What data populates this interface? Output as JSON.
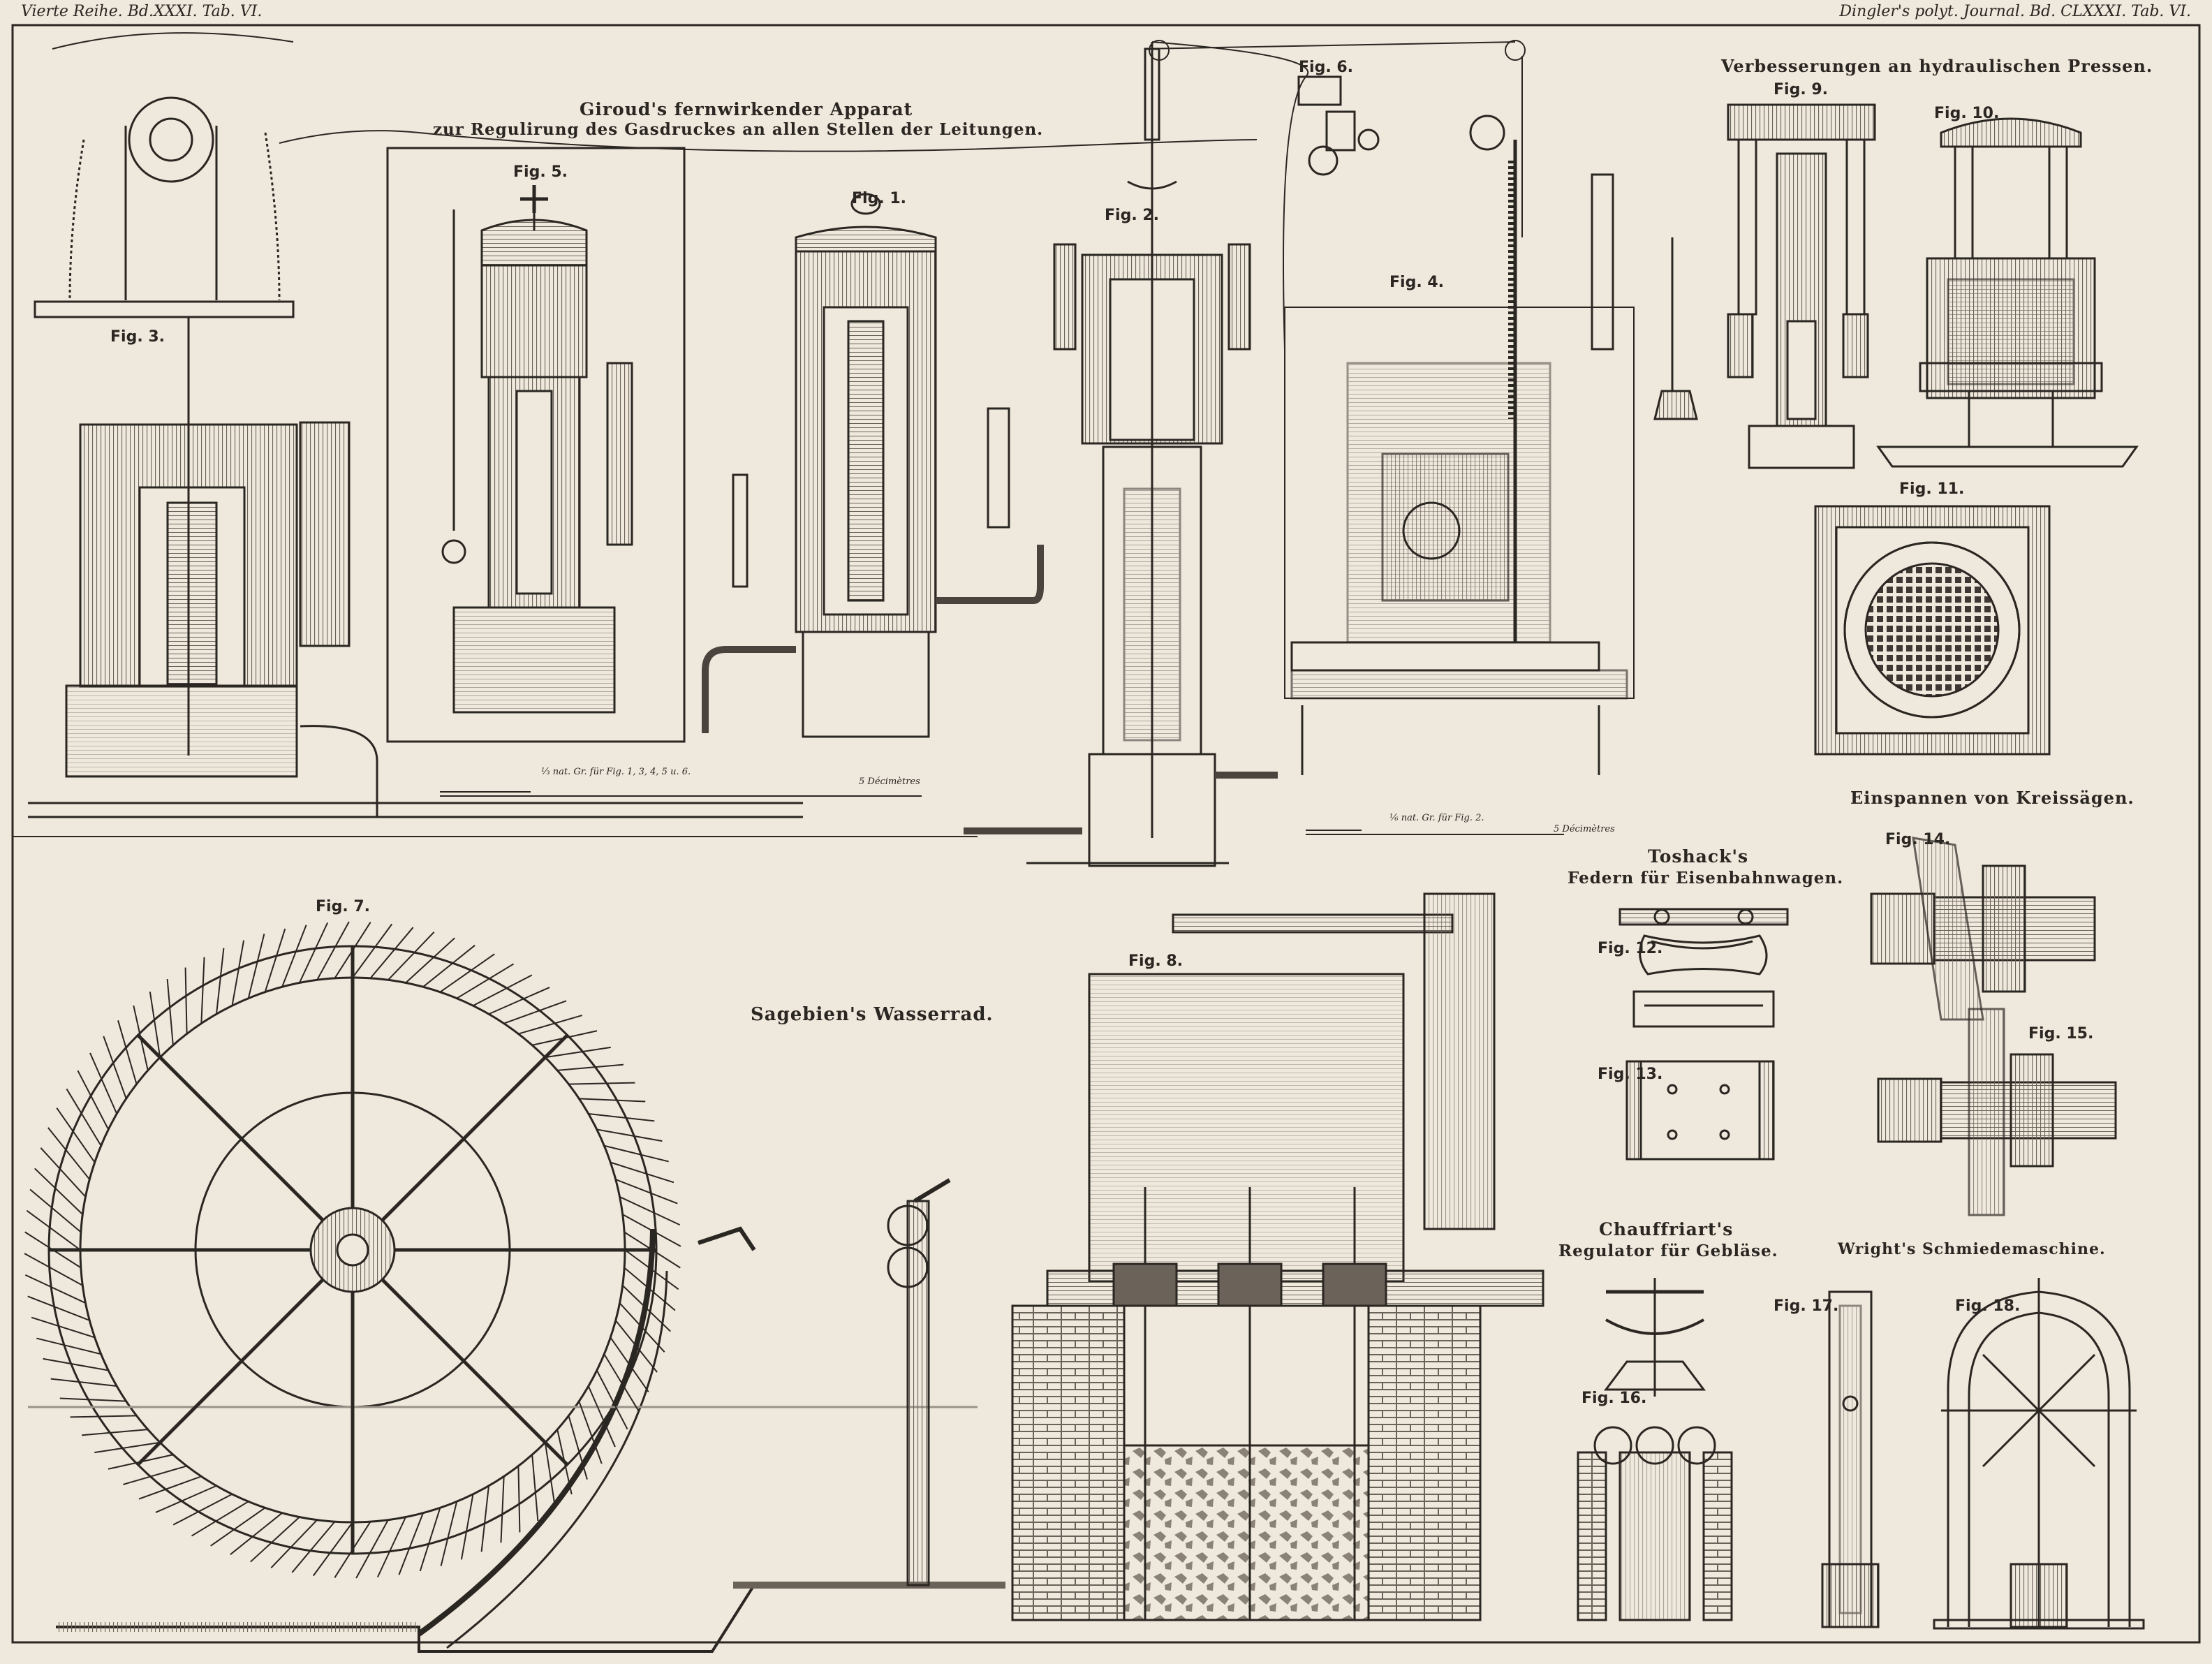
{
  "header": {
    "left": "Vierte Reihe. Bd.XXXI. Tab. VI.",
    "right": "Dingler's polyt. Journal. Bd. CLXXXI. Tab. VI."
  },
  "titles": {
    "giroud_line1": "Giroud's fernwirkender Apparat",
    "giroud_line2": "zur Regulirung des Gasdruckes an allen Stellen der Leitungen.",
    "presses": "Verbesserungen an hydraulischen Pressen.",
    "saws": "Einspannen von Kreissägen.",
    "toshack_line1": "Toshack's",
    "toshack_line2": "Federn für Eisenbahnwagen.",
    "sagebien": "Sagebien's Wasserrad.",
    "chauffriart_line1": "Chauffriart's",
    "chauffriart_line2": "Regulator für Gebläse.",
    "wright": "Wright's Schmiedemaschine."
  },
  "figures": {
    "fig1": "Fig. 1.",
    "fig2": "Fig. 2.",
    "fig3": "Fig. 3.",
    "fig4": "Fig. 4.",
    "fig5": "Fig. 5.",
    "fig6": "Fig. 6.",
    "fig7": "Fig. 7.",
    "fig8": "Fig. 8.",
    "fig9": "Fig. 9.",
    "fig10": "Fig. 10.",
    "fig11": "Fig. 11.",
    "fig12": "Fig. 12.",
    "fig13": "Fig. 13.",
    "fig14": "Fig. 14.",
    "fig15": "Fig. 15.",
    "fig16": "Fig. 16.",
    "fig17": "Fig. 17.",
    "fig18": "Fig. 18."
  },
  "scales": {
    "scale1": "⅓ nat. Gr. für Fig. 1, 3, 4, 5 u. 6.",
    "scale1_end": "5 Décimètres",
    "scale2": "⅙ nat. Gr. für Fig. 2.",
    "scale2_end": "5 Décimètres"
  },
  "colors": {
    "paper": "#efe8dc",
    "ink": "#2a2622",
    "hatch": "#6b625a",
    "water": "#c9c3b8"
  }
}
